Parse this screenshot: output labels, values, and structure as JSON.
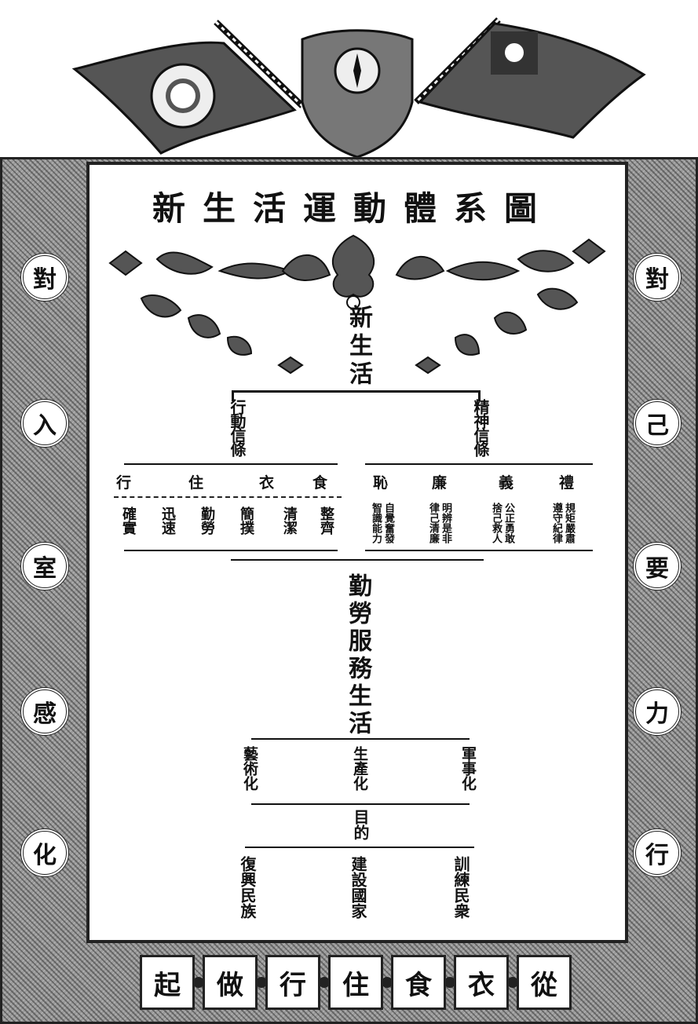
{
  "title": "新生活運動體系圖",
  "left_column": [
    "對",
    "入",
    "室",
    "感",
    "化"
  ],
  "right_column": [
    "對",
    "己",
    "要",
    "力",
    "行"
  ],
  "bottom_row": [
    "起",
    "做",
    "行",
    "住",
    "食",
    "衣",
    "從"
  ],
  "tree": {
    "root": "新生活",
    "branch_left": "行動信條",
    "branch_right": "精神信條",
    "left_heads": [
      "行",
      "住",
      "衣",
      "食"
    ],
    "left_items": [
      "確實",
      "迅速",
      "勤勞",
      "簡撲",
      "清潔",
      "整齊"
    ],
    "right_heads": [
      "恥",
      "廉",
      "義",
      "禮"
    ],
    "right_items": [
      "自覺奮發智識能力",
      "明辨是非律己清廉",
      "公正勇敢捨己救人",
      "規矩嚴肅遵守紀律"
    ],
    "middle": "勤勞服務生活",
    "level3": [
      "藝術化",
      "生產化",
      "軍事化"
    ],
    "purpose": "目的",
    "level4": [
      "復興民族",
      "建設國家",
      "訓練民衆"
    ]
  }
}
